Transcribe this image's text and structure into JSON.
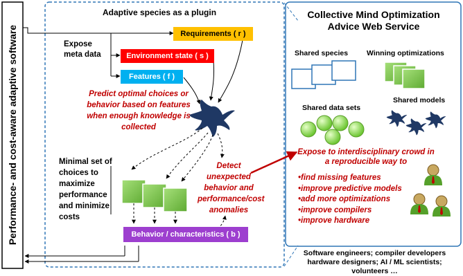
{
  "side_label": "Performance- and cost-aware adaptive software",
  "plugin": {
    "title": "Adaptive species as a plugin",
    "expose_meta": "Expose meta data",
    "requirements": "Requirements ( r )",
    "environment": "Environment state ( s )",
    "features": "Features ( f )",
    "predict": "Predict optimal choices or behavior based on features when enough knowledge is collected",
    "minimal_set": "Minimal set of choices to maximize performance and minimize costs",
    "detect": "Detect unexpected behavior and performance/cost anomalies",
    "behavior": "Behavior / characteristics ( b )"
  },
  "service": {
    "title": "Collective Mind Optimization Advice Web Service",
    "shared_species": "Shared species",
    "winning_opts": "Winning optimizations",
    "shared_datasets": "Shared data sets",
    "shared_models": "Shared models",
    "expose": "Expose to interdisciplinary crowd in a reproducible way to",
    "bullets": [
      "•find missing features",
      "•improve predictive models",
      "•add more optimizations",
      "•improve compilers",
      "•improve hardware"
    ],
    "audience": "Software engineers; compiler developers hardware designers; AI / ML scientists; volunteers …"
  },
  "colors": {
    "requirements": "#ffc000",
    "environment": "#ff0000",
    "features": "#00b0f0",
    "behavior": "#9d3fcf",
    "boxes_green": "#7ec850",
    "panel_border": "#2e75b6",
    "red_text": "#c00000",
    "neuron": "#1f3864"
  },
  "icons": [
    "neuron-icon",
    "person-icon",
    "species-icon",
    "dataset-icon"
  ]
}
